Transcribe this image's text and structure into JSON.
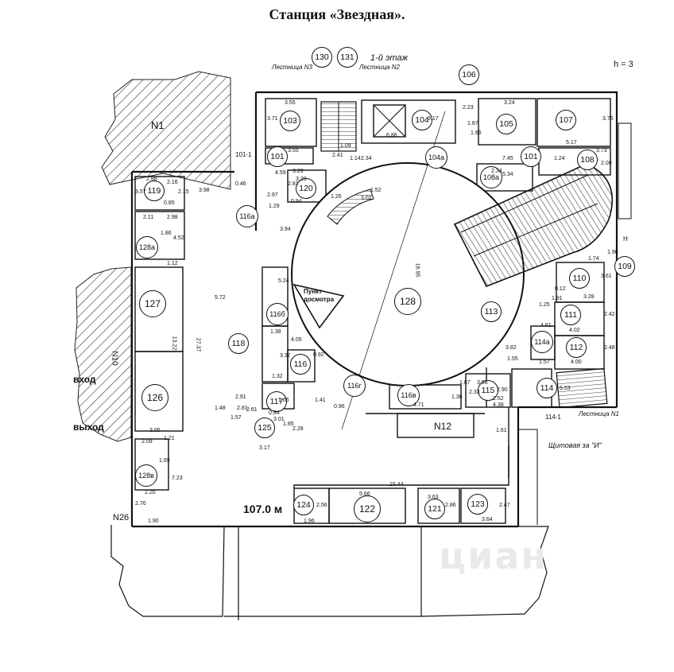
{
  "title": "Станция «Звездная».",
  "floor_label": "1-й этаж",
  "height_note": "h = 3",
  "stairs": {
    "n1": "Лестница N1",
    "n2": "Лестница N2",
    "n3": "Лестница N3"
  },
  "entrance_label": "вход",
  "exit_label": "выход",
  "checkpoint_label_line1": "Пункт",
  "checkpoint_label_line2": "досмотра",
  "switchboard_label": "Щитовая за \"И\"",
  "length_label": "107.0 м",
  "block_n1": "N1",
  "block_n12": "N12",
  "block_n26": "N26",
  "block_n10": "N10",
  "code_101_1": "101-1",
  "code_114_1": "114-1",
  "code_h": "H",
  "watermark": "циан",
  "rooms": [
    "130",
    "131",
    "106",
    "103",
    "104",
    "105",
    "107",
    "101",
    "104a",
    "101",
    "108",
    "108a",
    "120",
    "119",
    "116a",
    "128a",
    "128",
    "110",
    "109",
    "113",
    "111",
    "112",
    "114a",
    "127",
    "118",
    "116б",
    "116",
    "116г",
    "117",
    "116в",
    "115",
    "114",
    "126",
    "125",
    "128в",
    "124",
    "122",
    "121",
    "123"
  ],
  "dimensions": [
    "3.55",
    "3.71",
    "3.24",
    "3.76",
    "6.86",
    "2.23",
    "3.17",
    "1.87",
    "1.66",
    "3.55",
    "1.09",
    "2.41",
    "1.14",
    "7.45",
    "1.24",
    "5.17",
    "3.73",
    "2.00",
    "2.34",
    "3.29",
    "4.59",
    "3.29",
    "2.81",
    "2.97",
    "3.94",
    "1.29",
    "0.94",
    "1.26",
    "1.52",
    "3.98",
    "2.88",
    "2.16",
    "3.57",
    "0.85",
    "2.15",
    "0.46",
    "2.11",
    "2.98",
    "1.86",
    "4.52",
    "1.12",
    "5.72",
    "27.37",
    "13.22",
    "5.24",
    "1.38",
    "4.05",
    "3.37",
    "1.32",
    "1.66",
    "0.92",
    "1.41",
    "0.96",
    "4.71",
    "1.38",
    "2.33",
    "3.96",
    "2.90",
    "2.52",
    "4.38",
    "2.81",
    "2.91",
    "1.48",
    "1.57",
    "2.61",
    "0.84",
    "3.01",
    "1.85",
    "2.28",
    "3.17",
    "1.21",
    "3.05",
    "2.09",
    "1.69",
    "7.23",
    "2.20",
    "2.76",
    "1.90",
    "5.66",
    "15.44",
    "3.63",
    "2.86",
    "2.47",
    "3.64",
    "2.56",
    "1.96",
    "1.61",
    "16.95",
    "0.12",
    "1.91",
    "1.25",
    "3.28",
    "3.61",
    "4.02",
    "2.42",
    "4.00",
    "2.48",
    "1.57",
    "5.53",
    "1.87",
    "3.82",
    "1.55",
    "1.90",
    "1.74",
    "4.61",
    "2.34",
    "5.34",
    "3.02"
  ]
}
